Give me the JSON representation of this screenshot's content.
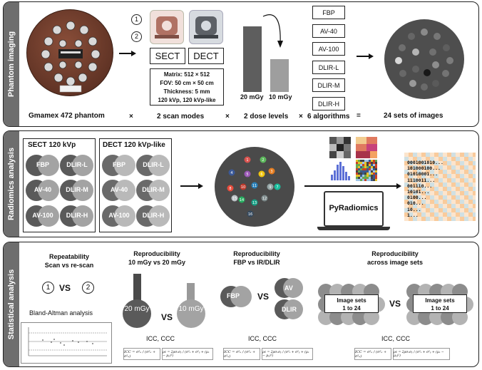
{
  "panels": {
    "phantom": "Phantom imaging",
    "radiomics": "Radiomics analysis",
    "statistical": "Statistical analysis"
  },
  "phantom": {
    "phantom_label": "Gmamex 472 phantom",
    "times1": "×",
    "scan_steps": [
      "1",
      "2"
    ],
    "sect_label": "SECT",
    "dect_label": "DECT",
    "params": [
      "Matrix: 512 × 512",
      "FOV: 50 cm × 50 cm",
      "Thickness: 5 mm",
      "120 kVp, 120 kVp-like"
    ],
    "scan_modes_label": "2 scan modes",
    "times2": "×",
    "dose_low": "10 mGy",
    "dose_high": "20 mGy",
    "dose_values": [
      20,
      10
    ],
    "dose_label": "2 dose levels",
    "times3": "×",
    "algorithms": [
      "FBP",
      "AV-40",
      "AV-100",
      "DLIR-L",
      "DLIR-M",
      "DLIR-H"
    ],
    "algorithms_label": "6 algorithms",
    "equals": "=",
    "result_label": "24 sets of images"
  },
  "radiomics": {
    "sect_title": "SECT 120 kVp",
    "dect_title": "DECT 120 kVp-like",
    "sect_algos": [
      "FBP",
      "DLIR-L",
      "AV-40",
      "DLIR-M",
      "AV-100",
      "DLIR-H"
    ],
    "dect_algos": [
      "FBP",
      "DLIR-L",
      "AV-40",
      "DLIR-M",
      "AV-100",
      "DLIR-H"
    ],
    "roi_numbers": [
      "1",
      "2",
      "3",
      "4",
      "5",
      "6",
      "7",
      "8",
      "9",
      "10",
      "11",
      "12",
      "13",
      "14",
      "15",
      "16"
    ],
    "tool": "PyRadiomics",
    "binary_lines": [
      "0001001010...",
      "101000100...",
      "01010001...",
      "1110011...",
      "001110...",
      "10101...",
      "0100...",
      "010...",
      "10...",
      "1..."
    ]
  },
  "statistical": {
    "rep_title_1": "Repeatability",
    "rep_title_2": "Scan vs re-scan",
    "rep_vs": "VS",
    "rep_steps": [
      "1",
      "2"
    ],
    "bland_altman": "Bland-Altman analysis",
    "dose_title_1": "Reproducibility",
    "dose_title_2": "10 mGy vs 20 mGy",
    "dose_hi_label": "20 mGy",
    "dose_lo_label": "10 mGy",
    "dose_vs": "VS",
    "dose_metrics": "ICC, CCC",
    "alg_title_1": "Reproducibility",
    "alg_title_2": "FBP vs IR/DLIR",
    "alg_fbp": "FBP",
    "alg_av": "AV",
    "alg_dlir": "DLIR",
    "alg_vs": "VS",
    "alg_metrics": "ICC, CCC",
    "set_title_1": "Reproducibility",
    "set_title_2": "across image sets",
    "set_box_1": "Image sets",
    "set_box_2": "1 to 24",
    "set_vs": "VS",
    "set_metrics": "ICC, CCC",
    "icc_formula": "ICC = σ²ₐ / (σ²ₐ + σ²ₑ)",
    "ccc_formula": "ρc = 2ρσₓσᵧ / (σ²ₓ + σ²ᵧ + (μₓ − μᵧ)²)"
  },
  "colors": {
    "panel_tab": "#6e6e6e",
    "dark_gray": "#5a5a5a",
    "light_gray": "#a3a3a3",
    "phantom_brown": "#6b3a2a"
  }
}
